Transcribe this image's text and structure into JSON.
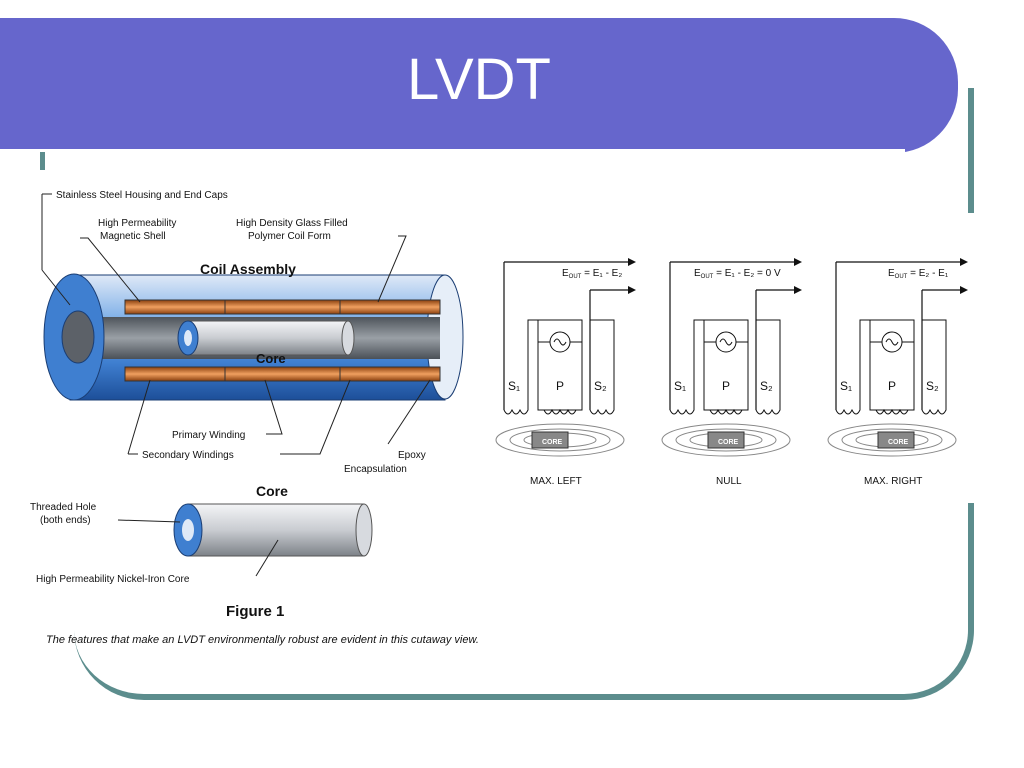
{
  "slide": {
    "title": "LVDT"
  },
  "left_diagram": {
    "labels": {
      "housing": "Stainless Steel Housing and End Caps",
      "shell_line1": "High Permeability",
      "shell_line2": "Magnetic Shell",
      "coilform_line1": "High Density Glass Filled",
      "coilform_line2": "Polymer Coil Form",
      "coil_assembly": "Coil Assembly",
      "core_inner": "Core",
      "primary_winding": "Primary Winding",
      "secondary_windings": "Secondary Windings",
      "epoxy_line1": "Epoxy",
      "epoxy_line2": "Encapsulation",
      "core_heading": "Core",
      "threaded_line1": "Threaded Hole",
      "threaded_line2": "(both ends)",
      "nickel_iron": "High Permeability Nickel-Iron Core",
      "figure": "Figure 1",
      "caption": "The features that make an LVDT environmentally robust are evident in this cutaway view."
    },
    "colors": {
      "housing_blue": "#3f7fd0",
      "winding_orange": "#e07a2a",
      "core_gray": "#bfc3c8"
    }
  },
  "right_diagram": {
    "panels": [
      {
        "eout_label": "E",
        "eout_sub": "OUT",
        "eout_expr": " = E₁ - E₂",
        "s1": "S₁",
        "p": "P",
        "s2": "S₂",
        "core": "CORE",
        "position": "MAX. LEFT"
      },
      {
        "eout_label": "E",
        "eout_sub": "OUT",
        "eout_expr": " = E₁ - E₂ = 0 V",
        "s1": "S₁",
        "p": "P",
        "s2": "S₂",
        "core": "CORE",
        "position": "NULL"
      },
      {
        "eout_label": "E",
        "eout_sub": "OUT",
        "eout_expr": " = E₂ - E₁",
        "s1": "S₁",
        "p": "P",
        "s2": "S₂",
        "core": "CORE",
        "position": "MAX. RIGHT"
      }
    ]
  }
}
